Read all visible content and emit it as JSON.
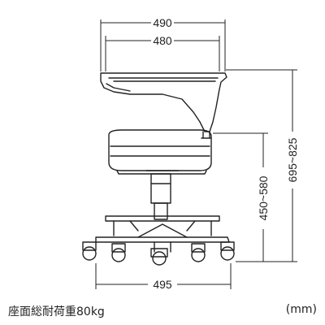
{
  "dimensions": {
    "backrest_outer_width": "490",
    "backrest_inner_width": "480",
    "base_width": "495",
    "seat_height_range": "450~580",
    "overall_height_range": "695~825"
  },
  "caption": {
    "load_capacity": "座面総耐荷重80kg",
    "unit": "(mm)"
  },
  "colors": {
    "line": "#222222",
    "background": "#ffffff"
  }
}
